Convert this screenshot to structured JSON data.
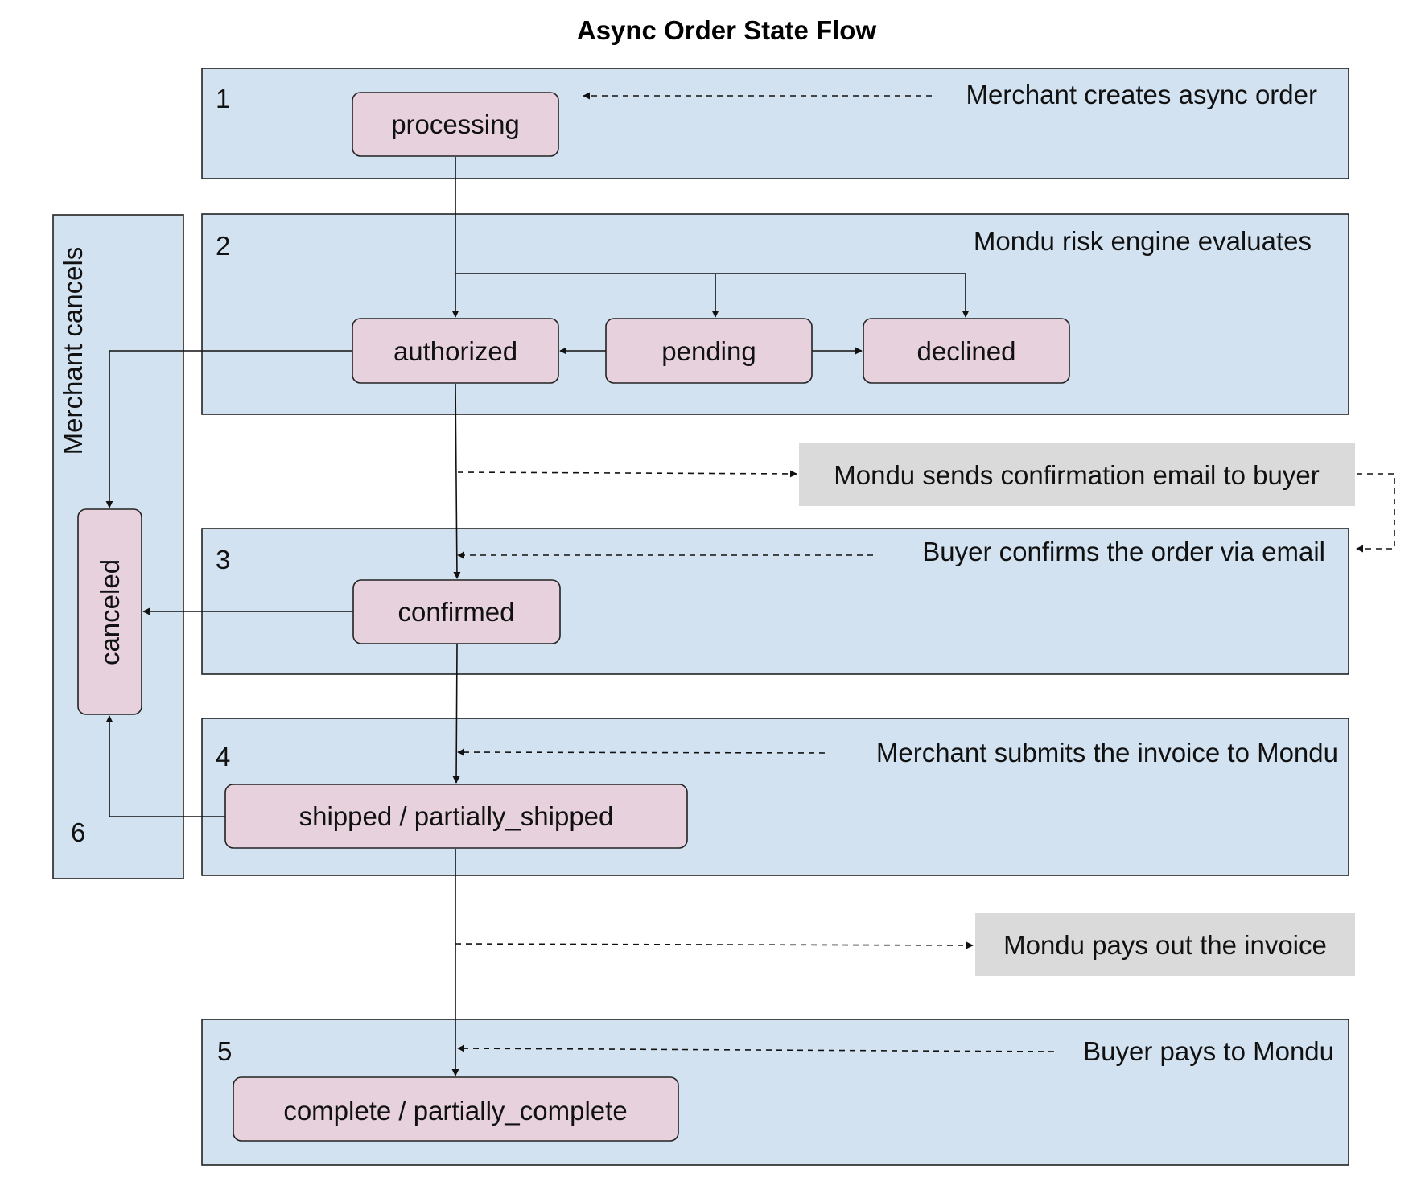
{
  "title": "Async Order State Flow",
  "colors": {
    "lane_fill": "#d3e2f0",
    "state_fill": "#e6d1dc",
    "note_fill": "#dadada",
    "line": "#111111"
  },
  "stages": [
    {
      "number": "1",
      "caption": "Merchant creates async order"
    },
    {
      "number": "2",
      "caption": "Mondu risk engine evaluates"
    },
    {
      "number": "3",
      "caption": "Buyer confirms the order via email"
    },
    {
      "number": "4",
      "caption": "Merchant submits the invoice to Mondu"
    },
    {
      "number": "5",
      "caption": "Buyer pays to Mondu"
    },
    {
      "number": "6",
      "caption": "Merchant cancels"
    }
  ],
  "states": {
    "processing": "processing",
    "authorized": "authorized",
    "pending": "pending",
    "declined": "declined",
    "confirmed": "confirmed",
    "shipped": "shipped / partially_shipped",
    "complete": "complete / partially_complete",
    "canceled": "canceled"
  },
  "notes": {
    "confirmation_email": "Mondu sends confirmation email to buyer",
    "payout": "Mondu pays out the invoice"
  }
}
